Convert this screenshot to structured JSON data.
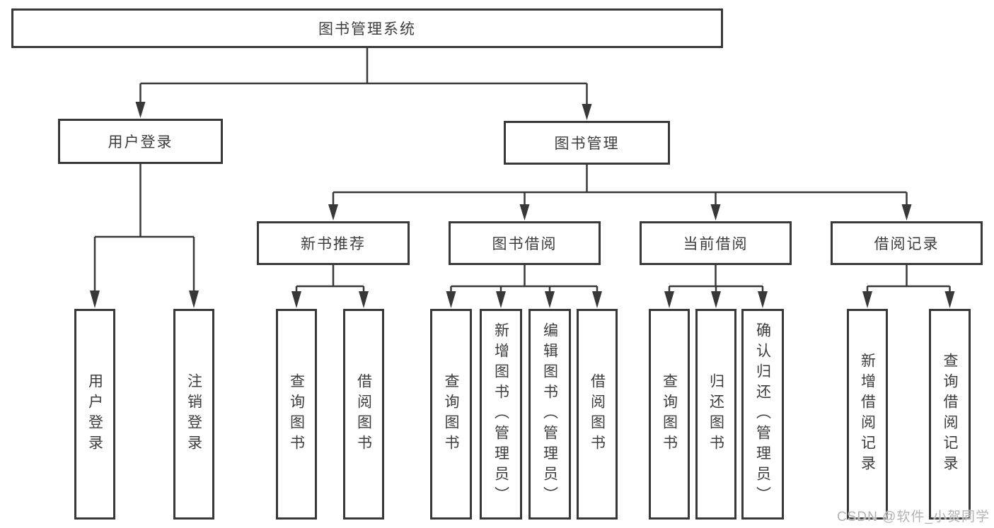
{
  "diagram_title": "图书管理系统",
  "nodes": {
    "root": "图书管理系统",
    "userLogin": "用户登录",
    "bookMgmt": "图书管理",
    "newBookRec": "新书推荐",
    "bookBorrow": "图书借阅",
    "currentBorrow": "当前借阅",
    "borrowRecord": "借阅记录",
    "g1a": "用户登录",
    "g1b": "注销登录",
    "g2a": "查询图书",
    "g2b": "借阅图书",
    "g3a": "查询图书",
    "g3b": "新增图书（管理员）",
    "g3c": "编辑图书（管理员）",
    "g3d": "借阅图书",
    "g4a": "查询图书",
    "g4b": "归还图书",
    "g4c": "确认归还（管理员）",
    "g5a": "新增借阅记录",
    "g5b": "查询借阅记录"
  },
  "hierarchy": {
    "图书管理系统": {
      "用户登录": [
        "用户登录",
        "注销登录"
      ],
      "图书管理": {
        "新书推荐": [
          "查询图书",
          "借阅图书"
        ],
        "图书借阅": [
          "查询图书",
          "新增图书（管理员）",
          "编辑图书（管理员）",
          "借阅图书"
        ],
        "当前借阅": [
          "查询图书",
          "归还图书",
          "确认归还（管理员）"
        ],
        "借阅记录": [
          "新增借阅记录",
          "查询借阅记录"
        ]
      }
    }
  },
  "watermark": "CSDN @软件_小贺同学",
  "colors": {
    "line": "#383838",
    "box_border": "#383838",
    "text": "#3d3d3d",
    "watermark": "#b3b3b3",
    "background": "#ffffff"
  }
}
